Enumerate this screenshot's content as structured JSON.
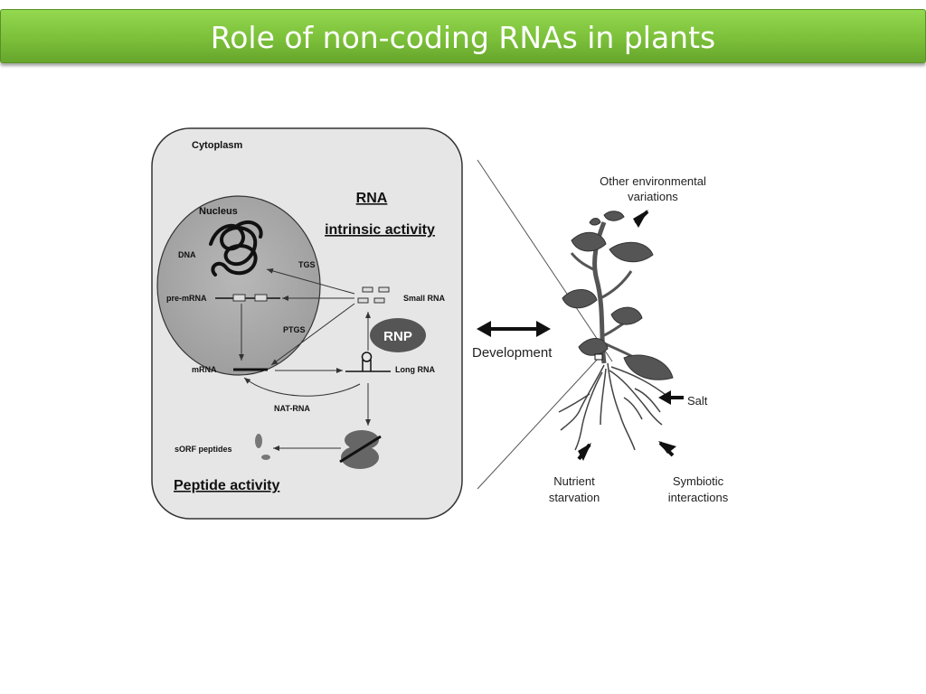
{
  "slide": {
    "title": "Role of non-coding RNAs in plants"
  },
  "diagram": {
    "cytoplasm": "Cytoplasm",
    "nucleus": "Nucleus",
    "dna": "DNA",
    "pre_mrna": "pre-mRNA",
    "tgs": "TGS",
    "ptgs": "PTGS",
    "mrna": "mRNA",
    "nat_rna": "NAT-RNA",
    "small_rna": "Small RNA",
    "long_rna": "Long RNA",
    "rnp": "RNP",
    "sorf": "sORF peptides",
    "rna_heading": "RNA",
    "intrinsic_heading": "intrinsic activity",
    "peptide_heading": "Peptide activity",
    "development": "Development",
    "env_line1": "Other environmental",
    "env_line2": "variations",
    "salt": "Salt",
    "nutrient_line1": "Nutrient",
    "nutrient_line2": "starvation",
    "symbiotic_line1": "Symbiotic",
    "symbiotic_line2": "interactions"
  },
  "colors": {
    "title_green": "#7cc03a",
    "nucleus_gray": "#a9a9a9",
    "panel_gray": "#e6e6e6"
  }
}
